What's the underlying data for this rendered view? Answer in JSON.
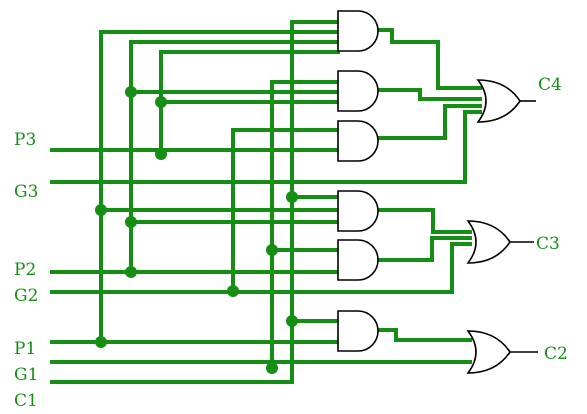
{
  "labels": {
    "p3": "P3",
    "g3": "G3",
    "p2": "P2",
    "g2": "G2",
    "p1": "P1",
    "g1": "G1",
    "c1": "C1",
    "c4": "C4",
    "c3": "C3",
    "c2": "C2"
  },
  "colors": {
    "wire": "#148f14",
    "gate_outline": "#000000",
    "label": "#148f14",
    "background": "#ffffff"
  }
}
